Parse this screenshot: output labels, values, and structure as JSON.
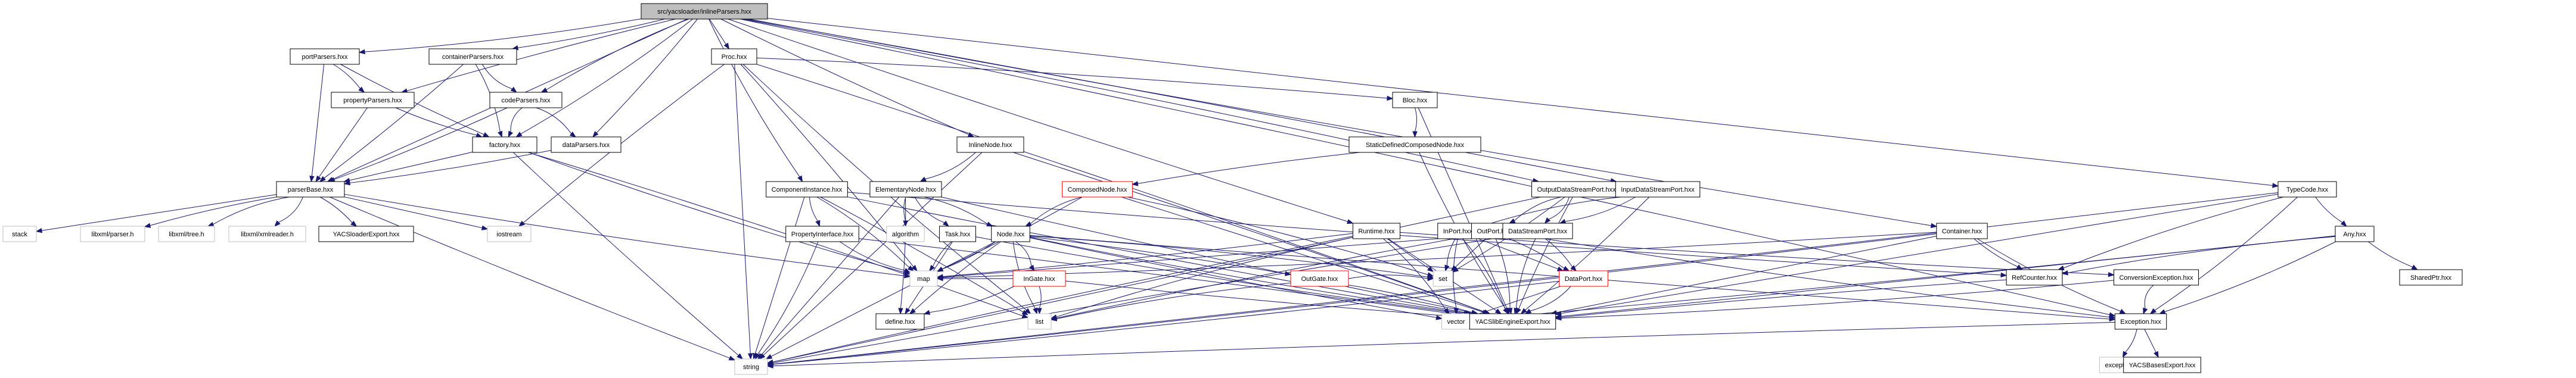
{
  "diagram": {
    "title": "Include dependency graph for inlineParsers.hxx",
    "colors": {
      "edge": "#191970",
      "root_fill": "#bfbfbf",
      "node_border": "#000000",
      "external_border": "#bfbfbf",
      "truncated_border": "#ff0000",
      "node_fill": "#ffffff"
    },
    "nodes": [
      {
        "id": "root",
        "label": "src/yacsloader/inlineParsers.hxx",
        "kind": "root"
      },
      {
        "id": "portParsers",
        "label": "portParsers.hxx",
        "kind": "normal"
      },
      {
        "id": "containerParsers",
        "label": "containerParsers.hxx",
        "kind": "normal"
      },
      {
        "id": "Proc",
        "label": "Proc.hxx",
        "kind": "normal"
      },
      {
        "id": "propertyParsers",
        "label": "propertyParsers.hxx",
        "kind": "normal"
      },
      {
        "id": "codeParsers",
        "label": "codeParsers.hxx",
        "kind": "normal"
      },
      {
        "id": "Bloc",
        "label": "Bloc.hxx",
        "kind": "normal"
      },
      {
        "id": "factory",
        "label": "factory.hxx",
        "kind": "normal"
      },
      {
        "id": "dataParsers",
        "label": "dataParsers.hxx",
        "kind": "normal"
      },
      {
        "id": "InlineNode",
        "label": "InlineNode.hxx",
        "kind": "normal"
      },
      {
        "id": "StaticDefinedComposedNode",
        "label": "StaticDefinedComposedNode.hxx",
        "kind": "normal"
      },
      {
        "id": "parserBase",
        "label": "parserBase.hxx",
        "kind": "normal"
      },
      {
        "id": "ComponentInstance",
        "label": "ComponentInstance.hxx",
        "kind": "normal"
      },
      {
        "id": "ElementaryNode",
        "label": "ElementaryNode.hxx",
        "kind": "normal"
      },
      {
        "id": "ComposedNode",
        "label": "ComposedNode.hxx",
        "kind": "truncated"
      },
      {
        "id": "OutputDataStreamPort",
        "label": "OutputDataStreamPort.hxx",
        "kind": "normal"
      },
      {
        "id": "InputDataStreamPort",
        "label": "InputDataStreamPort.hxx",
        "kind": "normal"
      },
      {
        "id": "TypeCode",
        "label": "TypeCode.hxx",
        "kind": "normal"
      },
      {
        "id": "stack",
        "label": "stack",
        "kind": "external"
      },
      {
        "id": "libxml_parser",
        "label": "libxml/parser.h",
        "kind": "external"
      },
      {
        "id": "libxml_tree",
        "label": "libxml/tree.h",
        "kind": "external"
      },
      {
        "id": "libxml_xmlreader",
        "label": "libxml/xmlreader.h",
        "kind": "external"
      },
      {
        "id": "YACSloaderExport",
        "label": "YACSloaderExport.hxx",
        "kind": "normal"
      },
      {
        "id": "iostream",
        "label": "iostream",
        "kind": "external"
      },
      {
        "id": "PropertyInterface",
        "label": "PropertyInterface.hxx",
        "kind": "normal"
      },
      {
        "id": "algorithm",
        "label": "algorithm",
        "kind": "external"
      },
      {
        "id": "Task",
        "label": "Task.hxx",
        "kind": "normal"
      },
      {
        "id": "Node",
        "label": "Node.hxx",
        "kind": "normal"
      },
      {
        "id": "Runtime",
        "label": "Runtime.hxx",
        "kind": "normal"
      },
      {
        "id": "InPort",
        "label": "InPort.hxx",
        "kind": "normal"
      },
      {
        "id": "OutPort",
        "label": "OutPort.hxx",
        "kind": "normal"
      },
      {
        "id": "DataStreamPort",
        "label": "DataStreamPort.hxx",
        "kind": "normal"
      },
      {
        "id": "Container",
        "label": "Container.hxx",
        "kind": "normal"
      },
      {
        "id": "Any",
        "label": "Any.hxx",
        "kind": "normal"
      },
      {
        "id": "map",
        "label": "map",
        "kind": "external"
      },
      {
        "id": "InGate",
        "label": "InGate.hxx",
        "kind": "truncated"
      },
      {
        "id": "OutGate",
        "label": "OutGate.hxx",
        "kind": "truncated"
      },
      {
        "id": "set",
        "label": "set",
        "kind": "external"
      },
      {
        "id": "DataPort",
        "label": "DataPort.hxx",
        "kind": "truncated"
      },
      {
        "id": "RefCounter",
        "label": "RefCounter.hxx",
        "kind": "normal"
      },
      {
        "id": "ConversionException",
        "label": "ConversionException.hxx",
        "kind": "normal"
      },
      {
        "id": "SharedPtr",
        "label": "SharedPtr.hxx",
        "kind": "normal"
      },
      {
        "id": "define",
        "label": "define.hxx",
        "kind": "normal"
      },
      {
        "id": "list",
        "label": "list",
        "kind": "external"
      },
      {
        "id": "vector",
        "label": "vector",
        "kind": "external"
      },
      {
        "id": "YACSlibEngineExport",
        "label": "YACSlibEngineExport.hxx",
        "kind": "normal"
      },
      {
        "id": "Exception",
        "label": "Exception.hxx",
        "kind": "normal"
      },
      {
        "id": "string",
        "label": "string",
        "kind": "external"
      },
      {
        "id": "exception",
        "label": "exception",
        "kind": "external"
      },
      {
        "id": "YACSBasesExport",
        "label": "YACSBasesExport.hxx",
        "kind": "normal"
      }
    ],
    "edges": [
      [
        "root",
        "portParsers"
      ],
      [
        "root",
        "containerParsers"
      ],
      [
        "root",
        "Proc"
      ],
      [
        "root",
        "propertyParsers"
      ],
      [
        "root",
        "codeParsers"
      ],
      [
        "root",
        "factory"
      ],
      [
        "root",
        "dataParsers"
      ],
      [
        "root",
        "parserBase"
      ],
      [
        "root",
        "InlineNode"
      ],
      [
        "root",
        "ComponentInstance"
      ],
      [
        "root",
        "OutputDataStreamPort"
      ],
      [
        "root",
        "InputDataStreamPort"
      ],
      [
        "root",
        "TypeCode"
      ],
      [
        "root",
        "Runtime"
      ],
      [
        "root",
        "Container"
      ],
      [
        "root",
        "Exception"
      ],
      [
        "portParsers",
        "propertyParsers"
      ],
      [
        "portParsers",
        "parserBase"
      ],
      [
        "portParsers",
        "factory"
      ],
      [
        "containerParsers",
        "codeParsers"
      ],
      [
        "containerParsers",
        "factory"
      ],
      [
        "containerParsers",
        "parserBase"
      ],
      [
        "propertyParsers",
        "parserBase"
      ],
      [
        "propertyParsers",
        "factory"
      ],
      [
        "codeParsers",
        "factory"
      ],
      [
        "codeParsers",
        "dataParsers"
      ],
      [
        "codeParsers",
        "parserBase"
      ],
      [
        "factory",
        "parserBase"
      ],
      [
        "factory",
        "string"
      ],
      [
        "factory",
        "map"
      ],
      [
        "factory",
        "list"
      ],
      [
        "dataParsers",
        "parserBase"
      ],
      [
        "parserBase",
        "stack"
      ],
      [
        "parserBase",
        "libxml_parser"
      ],
      [
        "parserBase",
        "libxml_tree"
      ],
      [
        "parserBase",
        "libxml_xmlreader"
      ],
      [
        "parserBase",
        "YACSloaderExport"
      ],
      [
        "parserBase",
        "iostream"
      ],
      [
        "parserBase",
        "string"
      ],
      [
        "parserBase",
        "map"
      ],
      [
        "Proc",
        "Bloc"
      ],
      [
        "Proc",
        "map"
      ],
      [
        "Proc",
        "string"
      ],
      [
        "Proc",
        "iostream"
      ],
      [
        "Proc",
        "list"
      ],
      [
        "Proc",
        "YACSlibEngineExport"
      ],
      [
        "Bloc",
        "StaticDefinedComposedNode"
      ],
      [
        "Bloc",
        "YACSlibEngineExport"
      ],
      [
        "StaticDefinedComposedNode",
        "ComposedNode"
      ],
      [
        "StaticDefinedComposedNode",
        "YACSlibEngineExport"
      ],
      [
        "InlineNode",
        "ElementaryNode"
      ],
      [
        "InlineNode",
        "YACSlibEngineExport"
      ],
      [
        "InlineNode",
        "string"
      ],
      [
        "ElementaryNode",
        "algorithm"
      ],
      [
        "ElementaryNode",
        "Task"
      ],
      [
        "ElementaryNode",
        "Node"
      ],
      [
        "ElementaryNode",
        "define"
      ],
      [
        "ElementaryNode",
        "string"
      ],
      [
        "ElementaryNode",
        "YACSlibEngineExport"
      ],
      [
        "ComposedNode",
        "Node"
      ],
      [
        "ComposedNode",
        "set"
      ],
      [
        "ComposedNode",
        "map"
      ],
      [
        "ComposedNode",
        "YACSlibEngineExport"
      ],
      [
        "ComponentInstance",
        "PropertyInterface"
      ],
      [
        "ComponentInstance",
        "RefCounter"
      ],
      [
        "ComponentInstance",
        "map"
      ],
      [
        "ComponentInstance",
        "list"
      ],
      [
        "ComponentInstance",
        "string"
      ],
      [
        "ComponentInstance",
        "YACSlibEngineExport"
      ],
      [
        "PropertyInterface",
        "map"
      ],
      [
        "PropertyInterface",
        "string"
      ],
      [
        "PropertyInterface",
        "YACSlibEngineExport"
      ],
      [
        "Task",
        "define"
      ],
      [
        "Task",
        "map"
      ],
      [
        "Task",
        "YACSlibEngineExport"
      ],
      [
        "Node",
        "InGate"
      ],
      [
        "Node",
        "OutGate"
      ],
      [
        "Node",
        "Exception"
      ],
      [
        "Node",
        "define"
      ],
      [
        "Node",
        "list"
      ],
      [
        "Node",
        "set"
      ],
      [
        "Node",
        "map"
      ],
      [
        "Node",
        "string"
      ],
      [
        "Node",
        "vector"
      ],
      [
        "Node",
        "YACSlibEngineExport"
      ],
      [
        "InGate",
        "define"
      ],
      [
        "InGate",
        "list"
      ],
      [
        "InGate",
        "map"
      ],
      [
        "InGate",
        "YACSlibEngineExport"
      ],
      [
        "OutGate",
        "list"
      ],
      [
        "OutGate",
        "set"
      ],
      [
        "OutGate",
        "YACSlibEngineExport"
      ],
      [
        "Runtime",
        "set"
      ],
      [
        "Runtime",
        "string"
      ],
      [
        "Runtime",
        "list"
      ],
      [
        "Runtime",
        "vector"
      ],
      [
        "Runtime",
        "map"
      ],
      [
        "Runtime",
        "YACSlibEngineExport"
      ],
      [
        "Runtime",
        "ConversionException"
      ],
      [
        "OutputDataStreamPort",
        "OutPort"
      ],
      [
        "OutputDataStreamPort",
        "DataStreamPort"
      ],
      [
        "OutputDataStreamPort",
        "set"
      ],
      [
        "OutputDataStreamPort",
        "string"
      ],
      [
        "OutputDataStreamPort",
        "YACSlibEngineExport"
      ],
      [
        "InputDataStreamPort",
        "InPort"
      ],
      [
        "InputDataStreamPort",
        "DataStreamPort"
      ],
      [
        "InputDataStreamPort",
        "YACSlibEngineExport"
      ],
      [
        "InPort",
        "DataPort"
      ],
      [
        "InPort",
        "set"
      ],
      [
        "InPort",
        "vector"
      ],
      [
        "InPort",
        "YACSlibEngineExport"
      ],
      [
        "OutPort",
        "DataPort"
      ],
      [
        "OutPort",
        "set"
      ],
      [
        "OutPort",
        "list"
      ],
      [
        "OutPort",
        "Exception"
      ],
      [
        "OutPort",
        "YACSlibEngineExport"
      ],
      [
        "DataStreamPort",
        "DataPort"
      ],
      [
        "DataStreamPort",
        "map"
      ],
      [
        "DataStreamPort",
        "string"
      ],
      [
        "DataStreamPort",
        "YACSlibEngineExport"
      ],
      [
        "DataPort",
        "YACSlibEngineExport"
      ],
      [
        "DataPort",
        "string"
      ],
      [
        "DataPort",
        "vector"
      ],
      [
        "Container",
        "RefCounter"
      ],
      [
        "Container",
        "Exception"
      ],
      [
        "Container",
        "map"
      ],
      [
        "Container",
        "string"
      ],
      [
        "Container",
        "YACSlibEngineExport"
      ],
      [
        "TypeCode",
        "Any"
      ],
      [
        "TypeCode",
        "RefCounter"
      ],
      [
        "TypeCode",
        "Exception"
      ],
      [
        "TypeCode",
        "string"
      ],
      [
        "TypeCode",
        "YACSlibEngineExport"
      ],
      [
        "Any",
        "SharedPtr"
      ],
      [
        "Any",
        "RefCounter"
      ],
      [
        "Any",
        "Exception"
      ],
      [
        "Any",
        "vector"
      ],
      [
        "Any",
        "YACSlibEngineExport"
      ],
      [
        "RefCounter",
        "YACSlibEngineExport"
      ],
      [
        "ConversionException",
        "Exception"
      ],
      [
        "ConversionException",
        "YACSlibEngineExport"
      ],
      [
        "Exception",
        "exception"
      ],
      [
        "Exception",
        "YACSBasesExport"
      ],
      [
        "Exception",
        "string"
      ]
    ]
  }
}
